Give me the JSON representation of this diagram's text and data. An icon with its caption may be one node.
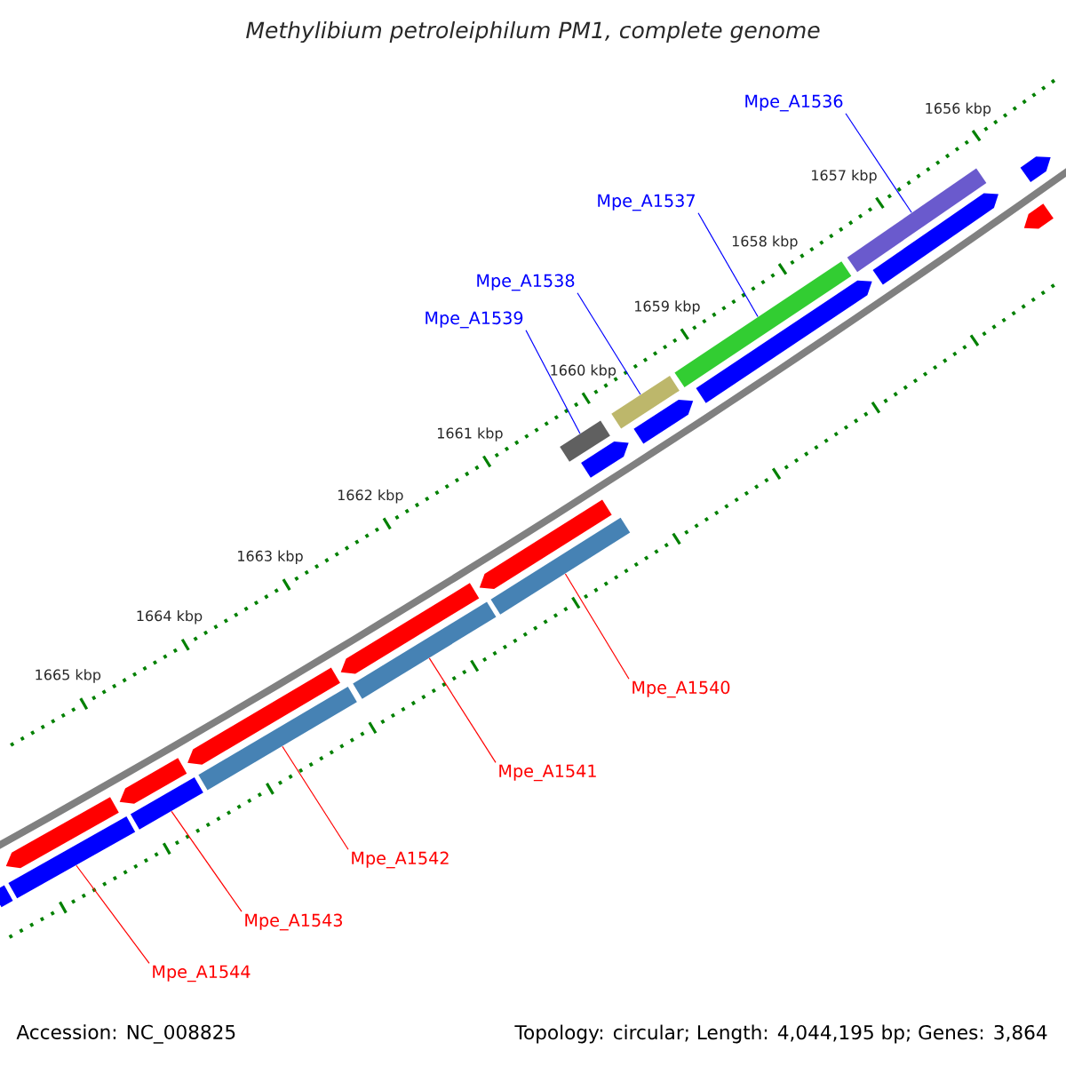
{
  "diagram": {
    "title": "Methylibium petroleiphilum PM1, complete genome",
    "nodes": [
      {
        "text": [
          "Mpe_A1536"
        ]
      },
      {
        "text": [
          "Mpe_A1537"
        ]
      },
      {
        "text": [
          "Mpe_A1538"
        ]
      },
      {
        "text": [
          "Mpe_A1539"
        ]
      },
      {
        "text": [
          "Mpe_A1540"
        ]
      },
      {
        "text": [
          "Mpe_A1541"
        ]
      },
      {
        "text": [
          "Mpe_A1542"
        ]
      },
      {
        "text": [
          "Mpe_A1543"
        ]
      },
      {
        "text": [
          "Mpe_A1544"
        ]
      },
      {
        "text": [],
        "shape": "bar"
      },
      {
        "text": [],
        "shape": "bar"
      },
      {
        "text": [],
        "shape": "bar"
      },
      {
        "text": [],
        "shape": "bar"
      },
      {
        "text": [],
        "shape": "bar"
      },
      {
        "text": [],
        "shape": "bar"
      },
      {
        "text": [],
        "shape": "bar"
      },
      {
        "text": [],
        "shape": "bar"
      },
      {
        "text": [],
        "shape": "bar"
      },
      {
        "text": [],
        "shape": "pentagon"
      },
      {
        "text": [],
        "shape": "pentagon"
      },
      {
        "text": [],
        "shape": "pentagon"
      },
      {
        "text": [],
        "shape": "pentagon"
      },
      {
        "text": [],
        "shape": "pentagon"
      },
      {
        "text": [],
        "shape": "pentagon"
      },
      {
        "text": [],
        "shape": "pentagon"
      },
      {
        "text": [],
        "shape": "pentagon"
      },
      {
        "text": [],
        "shape": "pentagon"
      },
      {
        "text": [],
        "shape": "pentagon"
      },
      {
        "text": [],
        "shape": "pentagon"
      },
      {
        "text": [],
        "shape": "bar"
      }
    ],
    "edges": [
      {
        "from": 0,
        "to": 9,
        "arrow": "none",
        "color": "#0000ff"
      },
      {
        "from": 1,
        "to": 10,
        "arrow": "none",
        "color": "#0000ff"
      },
      {
        "from": 2,
        "to": 11,
        "arrow": "none",
        "color": "#0000ff"
      },
      {
        "from": 3,
        "to": 12,
        "arrow": "none",
        "color": "#0000ff"
      },
      {
        "from": 4,
        "to": 13,
        "arrow": "none",
        "color": "#ff0000"
      },
      {
        "from": 5,
        "to": 14,
        "arrow": "none",
        "color": "#ff0000"
      },
      {
        "from": 6,
        "to": 15,
        "arrow": "none",
        "color": "#ff0000"
      },
      {
        "from": 7,
        "to": 16,
        "arrow": "none",
        "color": "#ff0000"
      },
      {
        "from": 8,
        "to": 17,
        "arrow": "none",
        "color": "#ff0000"
      }
    ],
    "labels": [
      "1656 kbp",
      "1657 kbp",
      "1658 kbp",
      "1659 kbp",
      "1660 kbp",
      "1661 kbp",
      "1662 kbp",
      "1663 kbp",
      "1664 kbp",
      "1665 kbp",
      "Accession: NC_008825",
      "Topology: circular; Length: 4,044,195 bp; Genes: 3,864"
    ]
  }
}
